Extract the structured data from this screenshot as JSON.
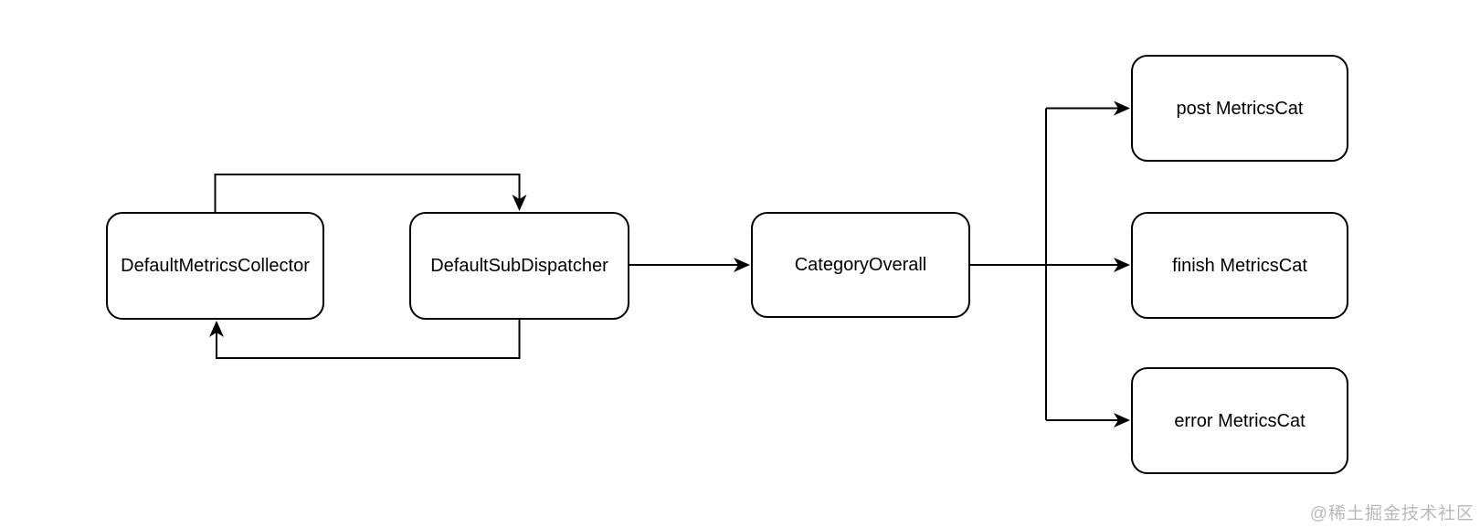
{
  "diagram": {
    "nodes": [
      {
        "id": "default-metrics-collector",
        "label": "DefaultMetricsCollector"
      },
      {
        "id": "default-sub-dispatcher",
        "label": "DefaultSubDispatcher"
      },
      {
        "id": "category-overall",
        "label": "CategoryOverall"
      },
      {
        "id": "post-metrics-cat",
        "label": "post MetricsCat"
      },
      {
        "id": "finish-metrics-cat",
        "label": "finish MetricsCat"
      },
      {
        "id": "error-metrics-cat",
        "label": "error MetricsCat"
      }
    ],
    "edges": [
      {
        "from": "DefaultMetricsCollector",
        "to": "DefaultSubDispatcher",
        "route": "top-loop"
      },
      {
        "from": "DefaultSubDispatcher",
        "to": "DefaultMetricsCollector",
        "route": "bottom-loop"
      },
      {
        "from": "DefaultSubDispatcher",
        "to": "CategoryOverall",
        "route": "straight"
      },
      {
        "from": "CategoryOverall",
        "to": "post MetricsCat",
        "route": "branch-up"
      },
      {
        "from": "CategoryOverall",
        "to": "finish MetricsCat",
        "route": "straight"
      },
      {
        "from": "CategoryOverall",
        "to": "error MetricsCat",
        "route": "branch-down"
      }
    ],
    "colors": {
      "stroke": "#000000",
      "node_fill": "#ffffff",
      "text": "#000000",
      "background": "#ffffff",
      "watermark": "#b9b9b9"
    }
  },
  "watermark": {
    "text": "@稀土掘金技术社区"
  }
}
